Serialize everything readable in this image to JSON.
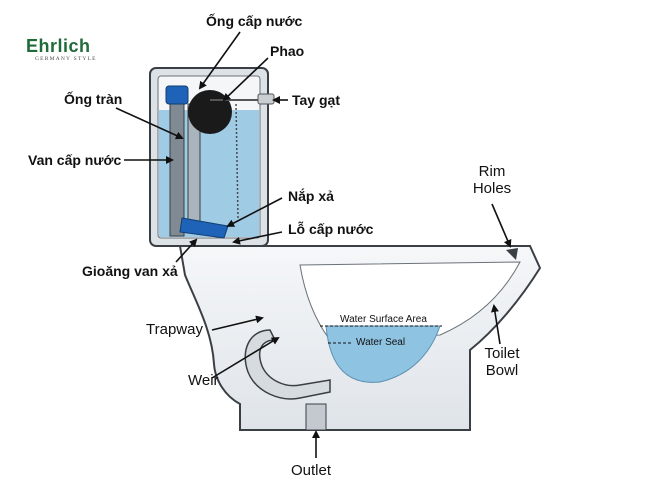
{
  "brand": {
    "name": "Ehrlich",
    "tagline": "GERMANY STYLE",
    "color": "#1f6b3a"
  },
  "labels": {
    "fill_valve_pipe": "Ống cấp nước",
    "float": "Phao",
    "overflow_tube": "Ống tràn",
    "flush_lever": "Tay gạt",
    "fill_valve": "Van cấp nước",
    "flapper": "Nắp xả",
    "flush_hole": "Lỗ cấp nước",
    "flush_valve_seal": "Gioăng van xả",
    "rim_holes": "Rim Holes",
    "trapway": "Trapway",
    "water_surface_area": "Water Surface Area",
    "water_seal": "Water Seal",
    "weir": "Weir",
    "toilet_bowl": "Toilet Bowl",
    "outlet": "Outlet"
  },
  "colors": {
    "water": "#8fc3e2",
    "porcelain": "#eef1f4",
    "outline": "#3a3f45",
    "valve_blue": "#1e63b8",
    "float_black": "#1a1a1a"
  }
}
